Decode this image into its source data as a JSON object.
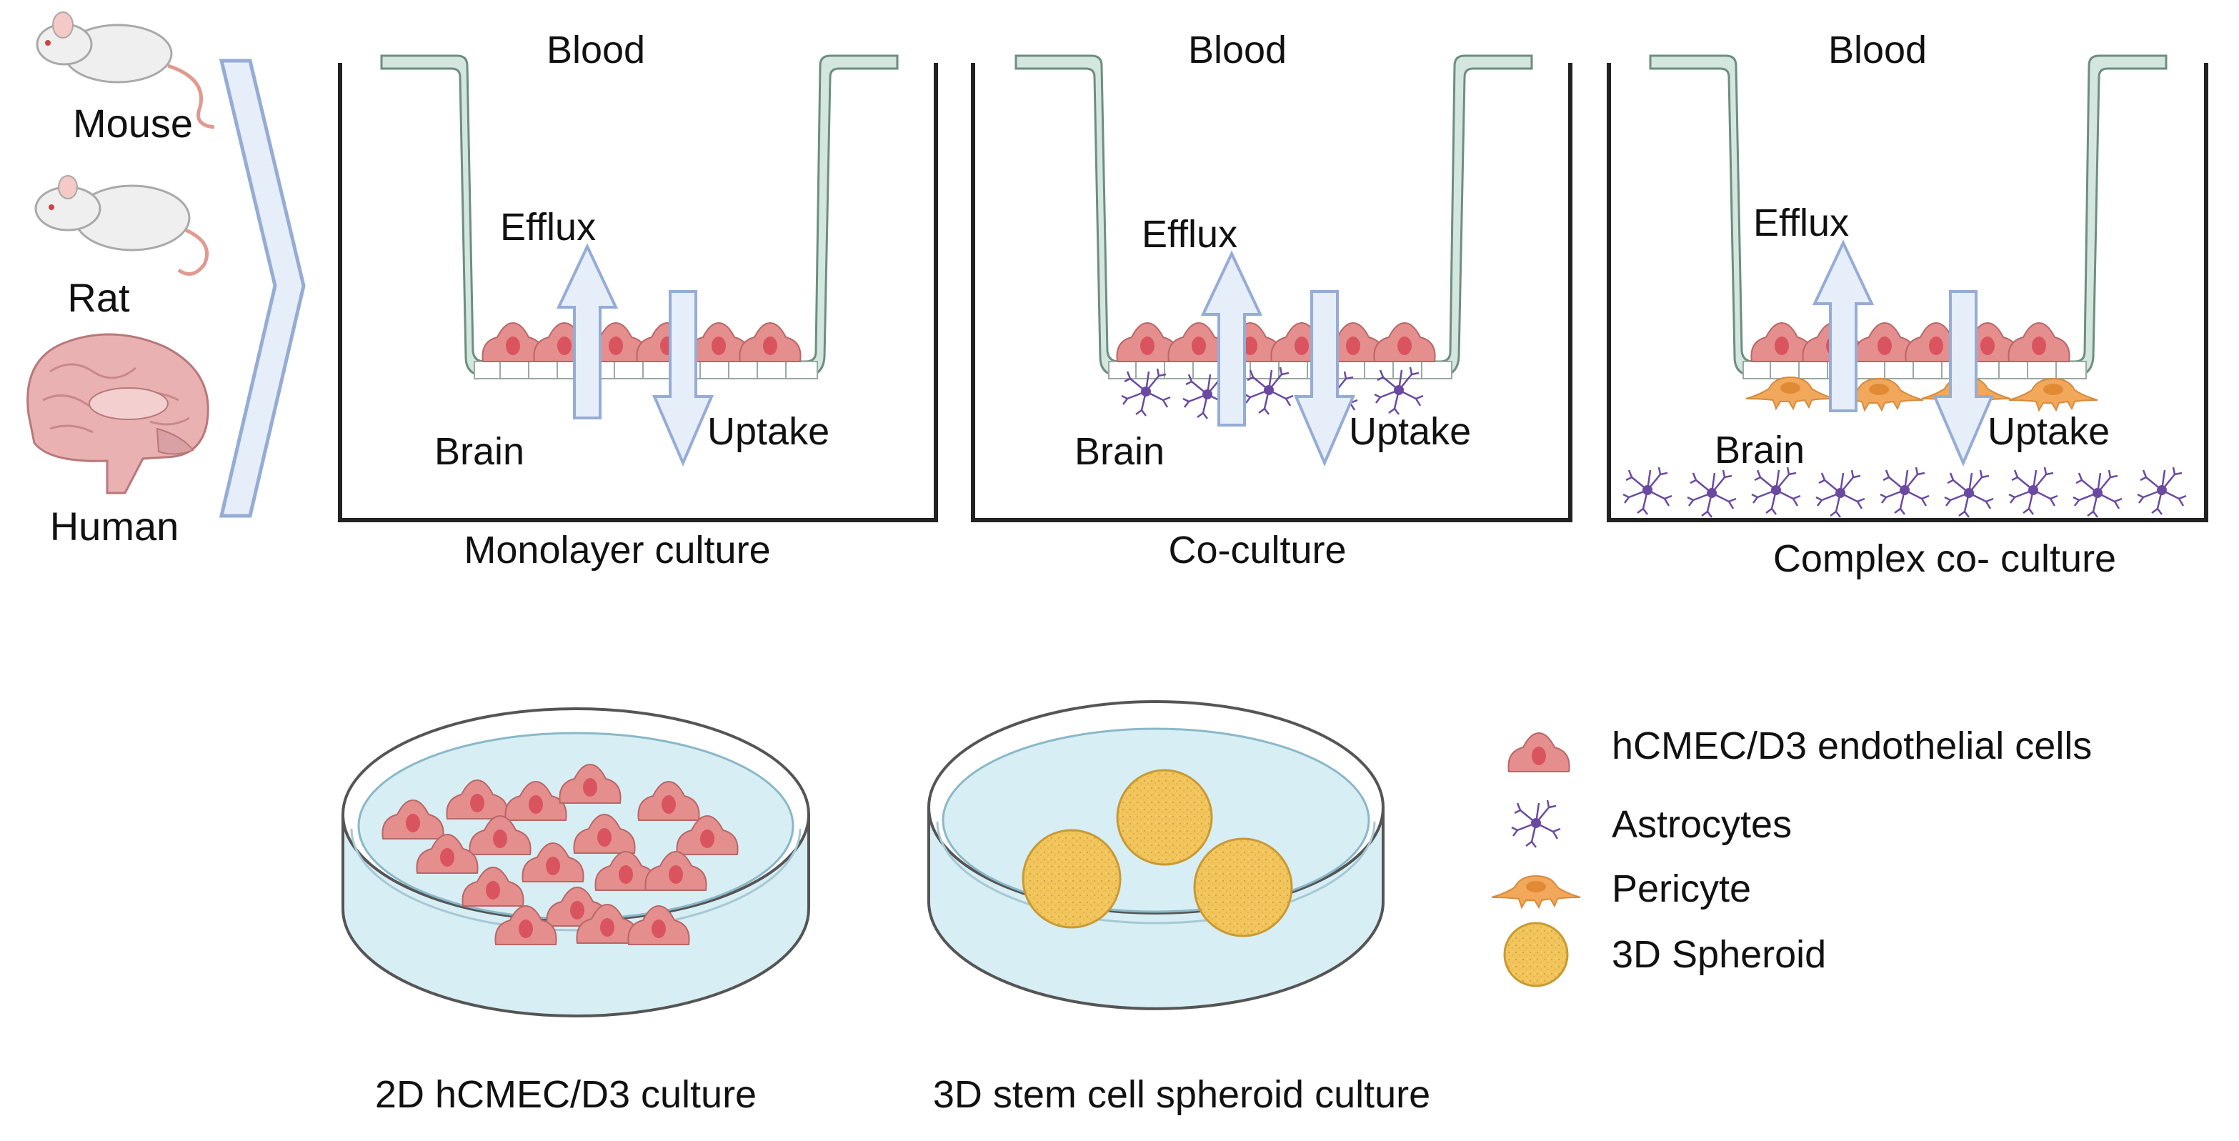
{
  "species": {
    "mouse": "Mouse",
    "rat": "Rat",
    "human": "Human"
  },
  "panels": [
    {
      "top_label": "Blood",
      "efflux": "Efflux",
      "uptake": "Uptake",
      "bottom_label": "Brain",
      "caption": "Monolayer culture"
    },
    {
      "top_label": "Blood",
      "efflux": "Efflux",
      "uptake": "Uptake",
      "bottom_label": "Brain",
      "caption": "Co-culture"
    },
    {
      "top_label": "Blood",
      "efflux": "Efflux",
      "uptake": "Uptake",
      "bottom_label": "Brain",
      "caption": "Complex co- culture"
    }
  ],
  "dishes": [
    {
      "caption": "2D hCMEC/D3 culture"
    },
    {
      "caption": "3D stem cell spheroid culture"
    }
  ],
  "legend": [
    {
      "label": "hCMEC/D3 endothelial cells",
      "icon": "endothelial-cell-icon"
    },
    {
      "label": "Astrocytes",
      "icon": "astrocyte-icon"
    },
    {
      "label": "Pericyte",
      "icon": "pericyte-icon"
    },
    {
      "label": "3D Spheroid",
      "icon": "spheroid-icon"
    }
  ],
  "colors": {
    "endothelial": "#e58e8e",
    "endothelial_nucleus": "#d9545f",
    "insert_fill": "#d3e7df",
    "insert_stroke": "#6e8e7f",
    "arrow_fill": "#e6eefa",
    "arrow_stroke": "#95acd5",
    "astrocyte": "#6a4aa1",
    "pericyte": "#f2a85a",
    "spheroid": "#f0c052",
    "dish_liquid": "#d8eef5"
  }
}
